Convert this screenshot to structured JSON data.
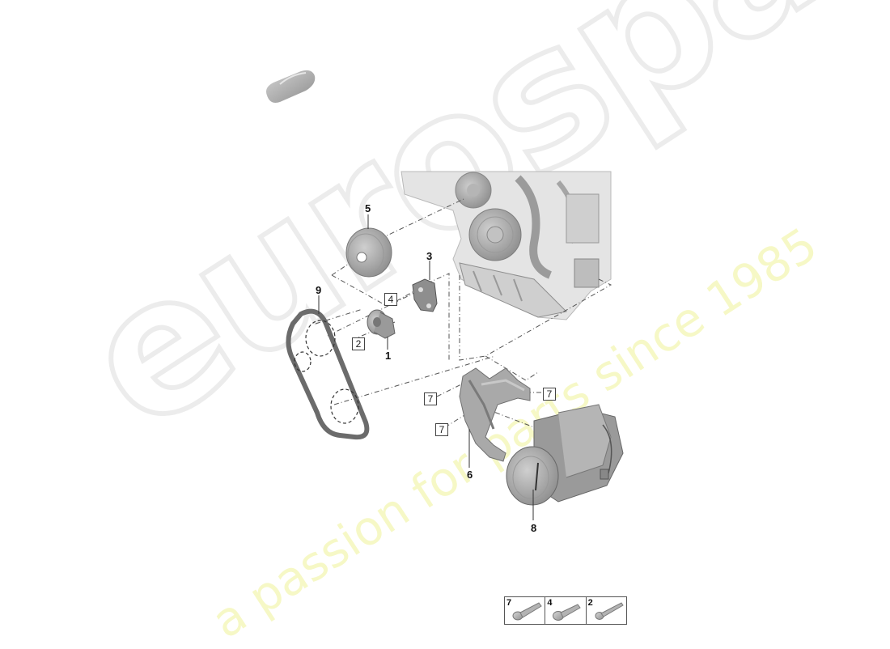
{
  "watermark": {
    "logo_text": "eurospares",
    "tagline": "a passion for parts since 1985",
    "logo_color": "#ececec",
    "tagline_color": "#f5f7bd"
  },
  "diagram": {
    "title_icon": "car-silhouette-icon",
    "callouts": [
      {
        "id": "1",
        "label": "1",
        "part": "tensioner-pulley"
      },
      {
        "id": "2",
        "label": "2",
        "boxed": true,
        "part": "bolt"
      },
      {
        "id": "3",
        "label": "3",
        "part": "tensioner-bracket"
      },
      {
        "id": "4",
        "label": "4",
        "boxed": true,
        "part": "bolt"
      },
      {
        "id": "5",
        "label": "5",
        "part": "pulley"
      },
      {
        "id": "6",
        "label": "6",
        "part": "compressor-bracket"
      },
      {
        "id": "7a",
        "label": "7",
        "boxed": true,
        "part": "bolt"
      },
      {
        "id": "7b",
        "label": "7",
        "boxed": true,
        "part": "bolt"
      },
      {
        "id": "7c",
        "label": "7",
        "boxed": true,
        "part": "bolt"
      },
      {
        "id": "8",
        "label": "8",
        "part": "ac-compressor"
      },
      {
        "id": "9",
        "label": "9",
        "part": "drive-belt"
      }
    ]
  },
  "legend": {
    "items": [
      {
        "num": "7",
        "icon": "bolt-icon"
      },
      {
        "num": "4",
        "icon": "bolt-icon"
      },
      {
        "num": "2",
        "icon": "bolt-icon"
      }
    ]
  }
}
